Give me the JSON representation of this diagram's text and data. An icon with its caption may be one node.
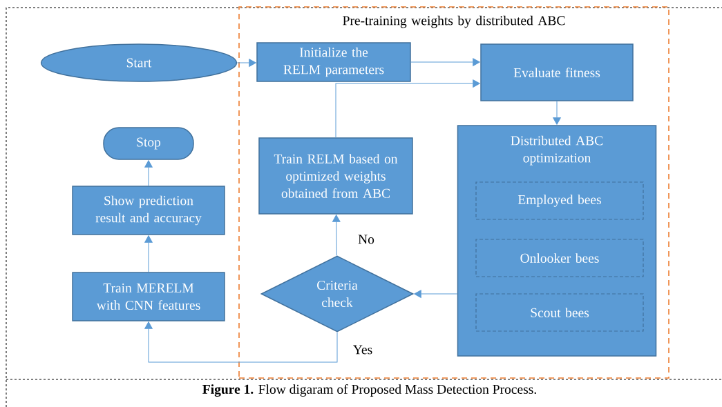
{
  "diagram": {
    "caption": "**Figure 1.** Flow digaram of Proposed Mass Detection Process.",
    "nodes": [
      {
        "text": [
          "Pre-training weights by distributed ABC"
        ]
      },
      {
        "text": [
          "Start"
        ]
      },
      {
        "text": [
          "Initialize the RELM parameters"
        ],
        "in": 0
      },
      {
        "text": [
          "Evaluate fitness"
        ],
        "in": 0
      },
      {
        "text": [
          "Stop"
        ]
      },
      {
        "text": [
          "Train RELM based on optimized weights obtained from ABC"
        ],
        "in": 0
      },
      {
        "text": [
          "Distributed ABC optimization"
        ],
        "in": 0
      },
      {
        "text": [
          "Employed bees"
        ],
        "in": 6
      },
      {
        "text": [
          "Onlooker bees"
        ],
        "in": 6
      },
      {
        "text": [
          "Scout bees"
        ],
        "in": 6
      },
      {
        "text": [
          "Show prediction result and accuracy"
        ]
      },
      {
        "text": [
          "Criteria check"
        ],
        "in": 0
      },
      {
        "text": [
          "Train MERELM with CNN features"
        ]
      }
    ],
    "edges": [
      {
        "from": 1,
        "to": 2,
        "arrow": "to"
      },
      {
        "from": 2,
        "to": 3,
        "arrow": "to"
      },
      {
        "from": 5,
        "to": 3,
        "arrow": "to"
      },
      {
        "from": 3,
        "to": 6,
        "arrow": "to"
      },
      {
        "from": 6,
        "to": 11,
        "arrow": "to"
      },
      {
        "from": 11,
        "to": 5,
        "arrow": "to",
        "label": "No"
      },
      {
        "from": 11,
        "to": 12,
        "arrow": "to",
        "label": "Yes"
      },
      {
        "from": 12,
        "to": 10,
        "arrow": "to"
      },
      {
        "from": 10,
        "to": 4,
        "arrow": "to"
      }
    ]
  }
}
